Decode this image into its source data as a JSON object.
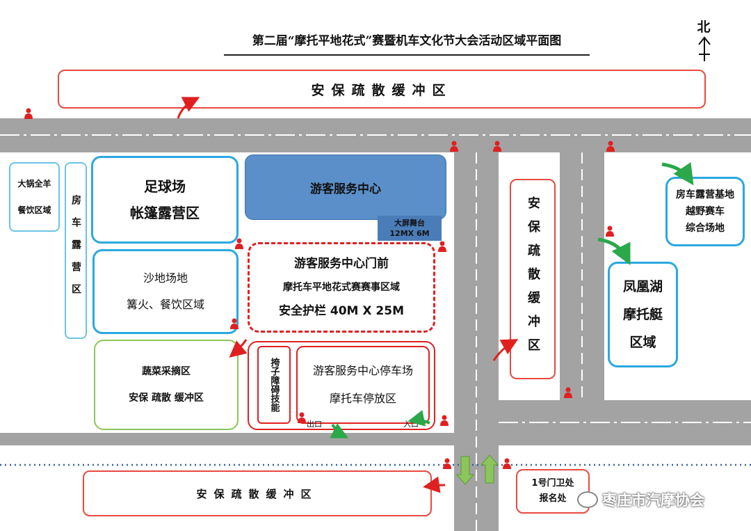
{
  "title": "第二届“摩托平地花式”赛暨机车文化节大会活动区域平面图",
  "north_label": "北",
  "zones": {
    "top_buffer": "安保疏散缓冲区",
    "bottom_buffer": "安保疏散缓冲区",
    "hotpot": [
      "大锅全羊",
      "餐饮区域"
    ],
    "rv_camp": "房车露营区",
    "football": [
      "足球场",
      "帐篷露营区"
    ],
    "sand": [
      "沙地场地",
      "篝火、餐饮区域"
    ],
    "veg": [
      "蔬菜采摘区",
      "安保 疏散 缓冲区"
    ],
    "service_center": "游客服务中心",
    "big_screen": [
      "大屏舞台",
      "12MX 6M"
    ],
    "event_area": [
      "游客服务中心门前",
      "摩托车平地花式赛赛事区域",
      "安全护栏 40M X 25M"
    ],
    "obstacle": "挎子障碍技能",
    "parking": [
      "游客服务中心停车场",
      "摩托车停放区"
    ],
    "exit_label": "出口",
    "entry_label": "入口",
    "mid_buffer": "安保疏散缓冲区",
    "rv_base": [
      "房车露营基地",
      "越野赛车",
      "综合场地"
    ],
    "lake": [
      "凤凰湖",
      "摩托艇",
      "区域"
    ],
    "gate": [
      "1号门卫处",
      "报名处"
    ]
  },
  "watermark": "枣庄市汽摩协会",
  "colors": {
    "red": "#e8493f",
    "blue": "#2aa8df",
    "green": "#8cc65a",
    "road": "#a3a3a3",
    "service": "#5a8fc9"
  }
}
